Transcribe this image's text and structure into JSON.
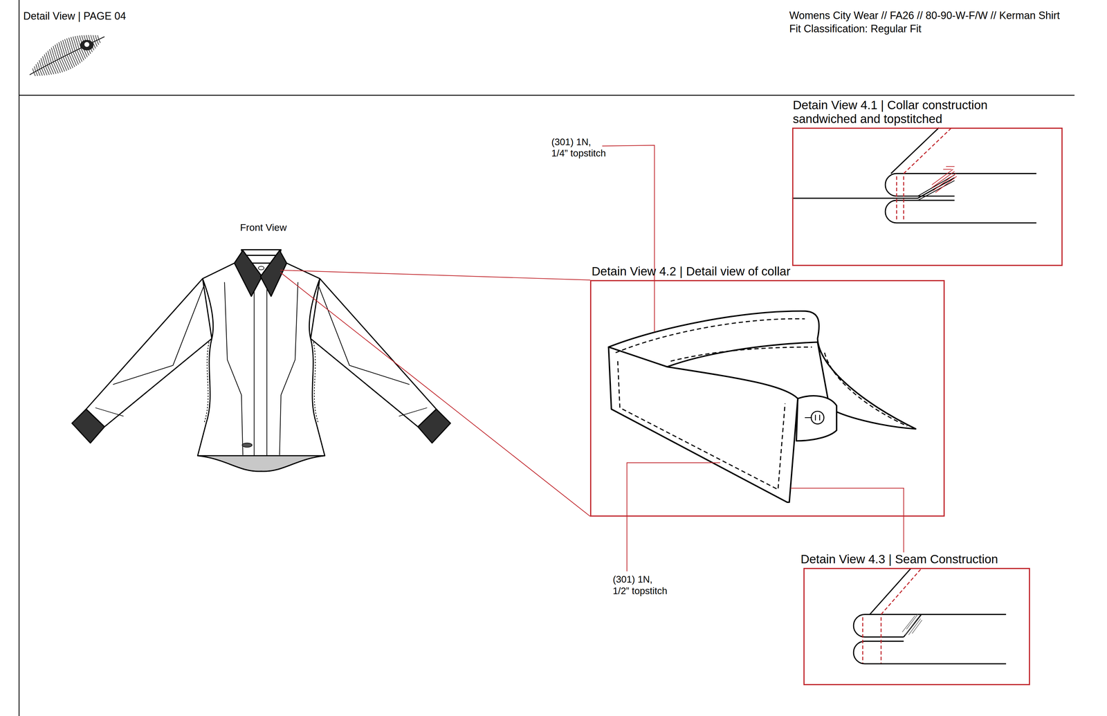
{
  "diagram": {
    "title": "Detail View | PAGE 04",
    "nodes": [
      {
        "text": [
          "Detain View 4.1 | Collar construction sandwiched and topstitched"
        ]
      },
      {
        "text": [
          "Detain View 4.2 | Detail view of collar"
        ]
      },
      {
        "text": [
          "Detain View 4.3 | Seam Construction"
        ]
      }
    ],
    "edges": [
      {
        "from": 1,
        "to": 2,
        "arrow": "none"
      }
    ],
    "labels": [
      "Womens City Wear // FA26 // 80-90-W-F/W // Kerman Shirt",
      "Fit Classification: Regular Fit",
      "Front View",
      "(301) 1N, 1/4” topstitch",
      "(301) 1N, 1/2” topstitch"
    ]
  }
}
